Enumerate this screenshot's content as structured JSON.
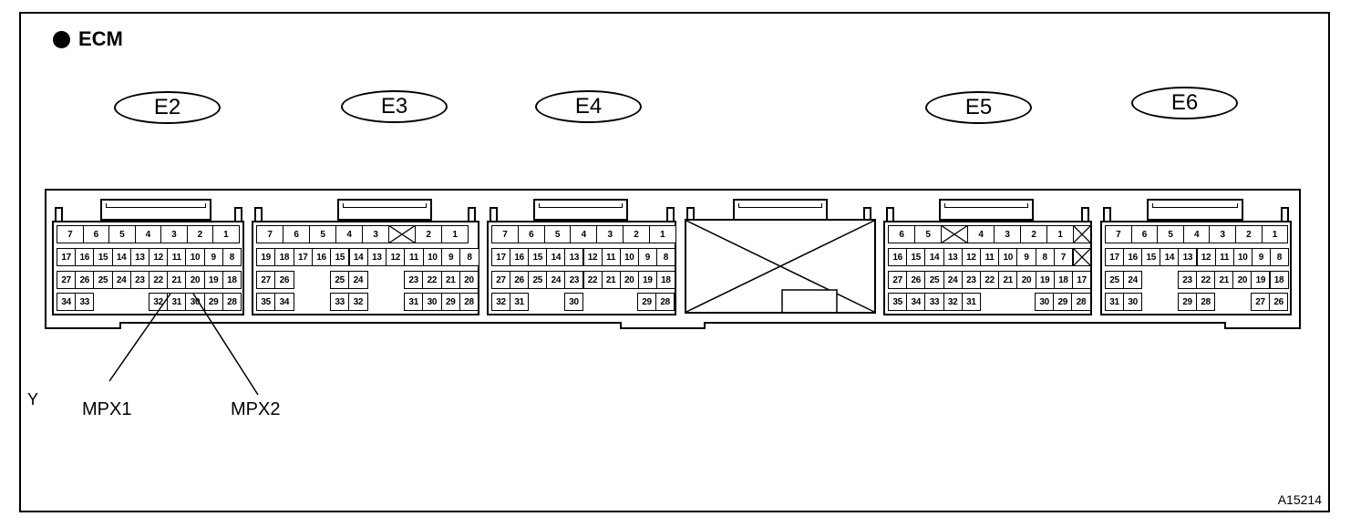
{
  "title": "ECM",
  "connectors": {
    "e2": {
      "label": "E2",
      "rows": [
        [
          "7",
          "6",
          "5",
          "4",
          "3",
          "2",
          "1"
        ],
        [
          "17",
          "16",
          "15",
          "14",
          "13",
          "12",
          "11",
          "10",
          "9",
          "8"
        ],
        [
          "27",
          "26",
          "25",
          "24",
          "23",
          "22",
          "21",
          "20",
          "19",
          "18"
        ],
        [
          "34",
          "33",
          "32",
          "31",
          "30",
          "29",
          "28"
        ]
      ]
    },
    "e3": {
      "label": "E3",
      "rows": [
        [
          "7",
          "6",
          "5",
          "4",
          "3",
          "2",
          "1"
        ],
        [
          "19",
          "18",
          "17",
          "16",
          "15",
          "14",
          "13",
          "12",
          "11",
          "10",
          "9",
          "8"
        ],
        [
          "27",
          "26",
          "25",
          "24",
          "23",
          "22",
          "21",
          "20"
        ],
        [
          "35",
          "34",
          "33",
          "32",
          "31",
          "30",
          "29",
          "28"
        ]
      ]
    },
    "e4": {
      "label": "E4",
      "rows": [
        [
          "7",
          "6",
          "5",
          "4",
          "3",
          "2",
          "1"
        ],
        [
          "17",
          "16",
          "15",
          "14",
          "13",
          "12",
          "11",
          "10",
          "9",
          "8"
        ],
        [
          "27",
          "26",
          "25",
          "24",
          "23",
          "22",
          "21",
          "20",
          "19",
          "18"
        ],
        [
          "32",
          "31",
          "30",
          "29",
          "28"
        ]
      ]
    },
    "e5": {
      "label": "E5",
      "rows": [
        [
          "6",
          "5",
          "4",
          "3",
          "2",
          "1"
        ],
        [
          "16",
          "15",
          "14",
          "13",
          "12",
          "11",
          "10",
          "9",
          "8",
          "7"
        ],
        [
          "27",
          "26",
          "25",
          "24",
          "23",
          "22",
          "21",
          "20",
          "19",
          "18",
          "17"
        ],
        [
          "35",
          "34",
          "33",
          "32",
          "31",
          "30",
          "29",
          "28"
        ]
      ]
    },
    "e6": {
      "label": "E6",
      "rows": [
        [
          "7",
          "6",
          "5",
          "4",
          "3",
          "2",
          "1"
        ],
        [
          "17",
          "16",
          "15",
          "14",
          "13",
          "12",
          "11",
          "10",
          "9",
          "8"
        ],
        [
          "25",
          "24",
          "23",
          "22",
          "21",
          "20",
          "19",
          "18"
        ],
        [
          "31",
          "30",
          "29",
          "28",
          "27",
          "26"
        ]
      ]
    }
  },
  "callouts": {
    "mpx1": "MPX1",
    "mpx2": "MPX2"
  },
  "y_mark": "Y",
  "figure_id": "A15214"
}
